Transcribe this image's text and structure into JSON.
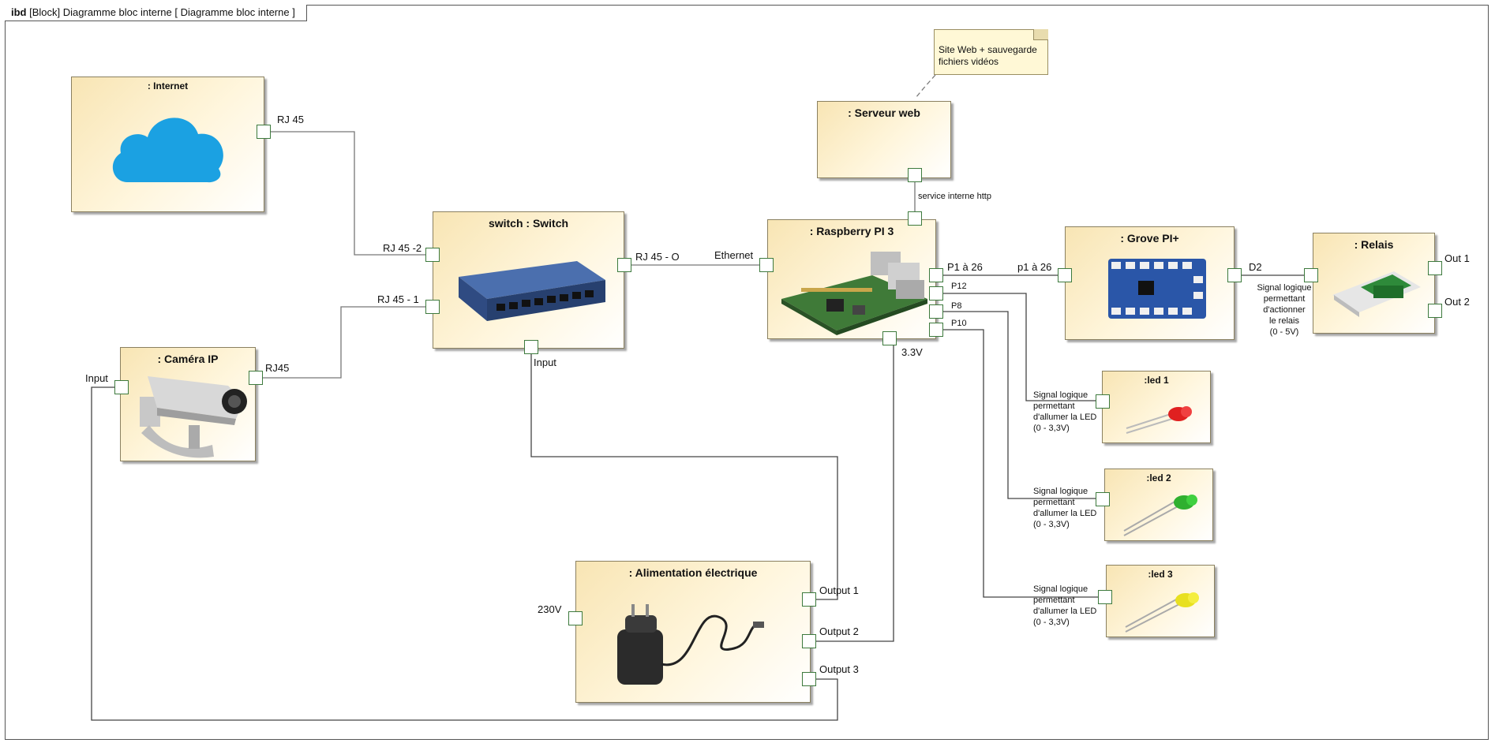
{
  "frame": {
    "kind": "ibd",
    "title": "[Block] Diagramme bloc interne [ Diagramme bloc interne ]"
  },
  "note": {
    "line1": "Site Web + sauvegarde",
    "line2": "fichiers vidéos"
  },
  "blocks": {
    "internet": {
      "title": ": Internet",
      "port_label": "RJ 45",
      "icon": "cloud-icon"
    },
    "switch": {
      "title": "switch : Switch",
      "port_in2": "RJ 45 -2",
      "port_in1": "RJ 45 - 1",
      "port_out": "RJ 45 - O",
      "port_power": "Input",
      "icon": "network-switch-image"
    },
    "camera": {
      "title": ": Caméra IP",
      "port_net": "RJ45",
      "port_power": "Input",
      "icon": "ip-camera-image"
    },
    "server": {
      "title": ": Serveur web",
      "port_label": "service interne http"
    },
    "raspberry": {
      "title": ": Raspberry PI 3",
      "port_eth": "Ethernet",
      "port_gpio": "P1 à 26",
      "p12": "P12",
      "p8": "P8",
      "p10": "P10",
      "power": "3.3V",
      "icon": "raspberry-pi-image"
    },
    "grove": {
      "title": ": Grove PI+",
      "port_in": "p1 à 26",
      "port_d2": "D2",
      "icon": "grove-board-image"
    },
    "relais": {
      "title": ": Relais",
      "out1": "Out 1",
      "out2": "Out 2",
      "icon": "relay-module-image"
    },
    "led1": {
      "title": ":led 1",
      "color": "#e02020"
    },
    "led2": {
      "title": ":led 2",
      "color": "#2fb02f"
    },
    "led3": {
      "title": ":led 3",
      "color": "#e8e020"
    },
    "power": {
      "title": ": Alimentation électrique",
      "input": "230V",
      "out1": "Output 1",
      "out2": "Output 2",
      "out3": "Output 3",
      "icon": "power-adapter-image"
    }
  },
  "signals": {
    "relay": [
      "Signal logique",
      "permettant",
      "d'actionner",
      "le relais",
      "(0 - 5V)"
    ],
    "led": [
      "Signal logique",
      "permettant",
      "d'allumer la LED",
      "(0 - 3,3V)"
    ]
  },
  "colors": {
    "block_fill": "#f8e5b4",
    "port_border": "#3d7a3d",
    "wire": "#777777",
    "cloud": "#1ba1e2"
  }
}
